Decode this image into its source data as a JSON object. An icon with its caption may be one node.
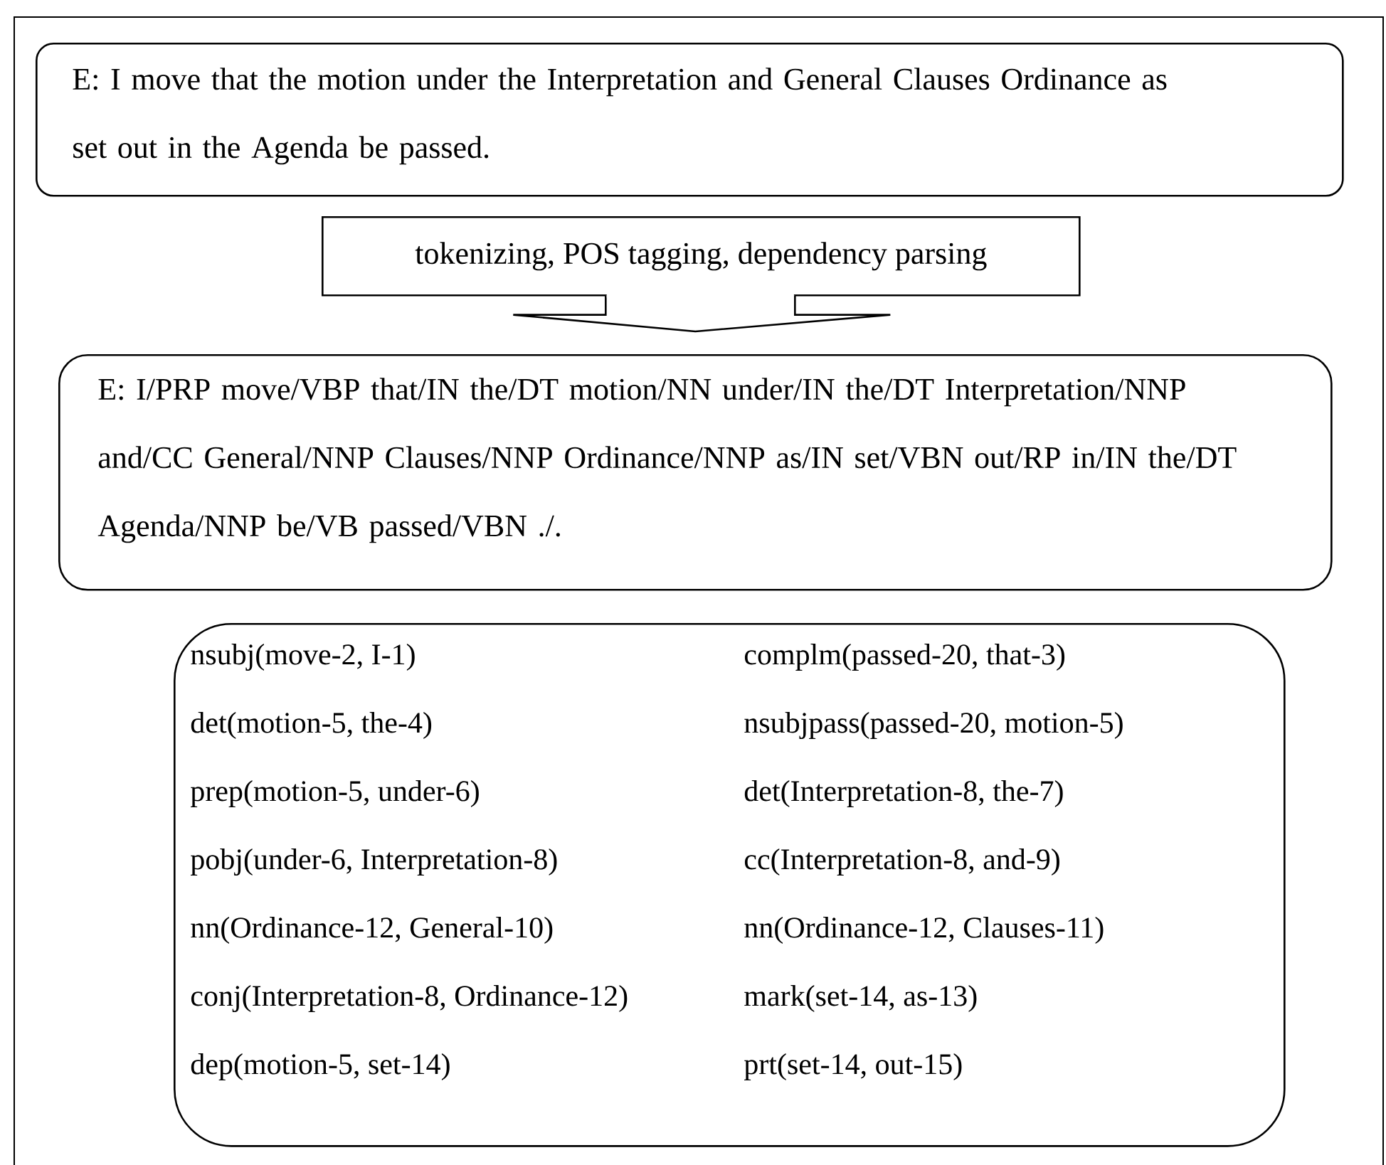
{
  "diagram": {
    "nodes": [
      {
        "text": [
          "E: I move that the motion under the Interpretation and General Clauses Ordinance as set out in the Agenda be passed."
        ]
      },
      {
        "text": [
          "tokenizing, POS tagging, dependency parsing"
        ]
      },
      {
        "text": [
          "E: I/PRP move/VBP that/IN the/DT motion/NN under/IN the/DT Interpretation/NNP and/CC General/NNP Clauses/NNP Ordinance/NNP as/IN set/VBN out/RP in/IN the/DT Agenda/NNP be/VB passed/VBN ./."
        ]
      },
      {
        "text": [
          "nsubj(move-2, I-1)",
          "complm(passed-20, that-3)",
          "det(motion-5, the-4)",
          "nsubjpass(passed-20, motion-5)",
          "prep(motion-5, under-6)",
          "det(Interpretation-8, the-7)",
          "pobj(under-6, Interpretation-8)",
          "cc(Interpretation-8, and-9)",
          "nn(Ordinance-12, General-10)",
          "nn(Ordinance-12, Clauses-11)",
          "conj(Interpretation-8, Ordinance-12)",
          "mark(set-14, as-13)",
          "dep(motion-5, set-14)",
          "prt(set-14, out-15)"
        ]
      }
    ],
    "edges": [
      {
        "from": 1,
        "to": 2,
        "arrow": "to"
      }
    ]
  }
}
